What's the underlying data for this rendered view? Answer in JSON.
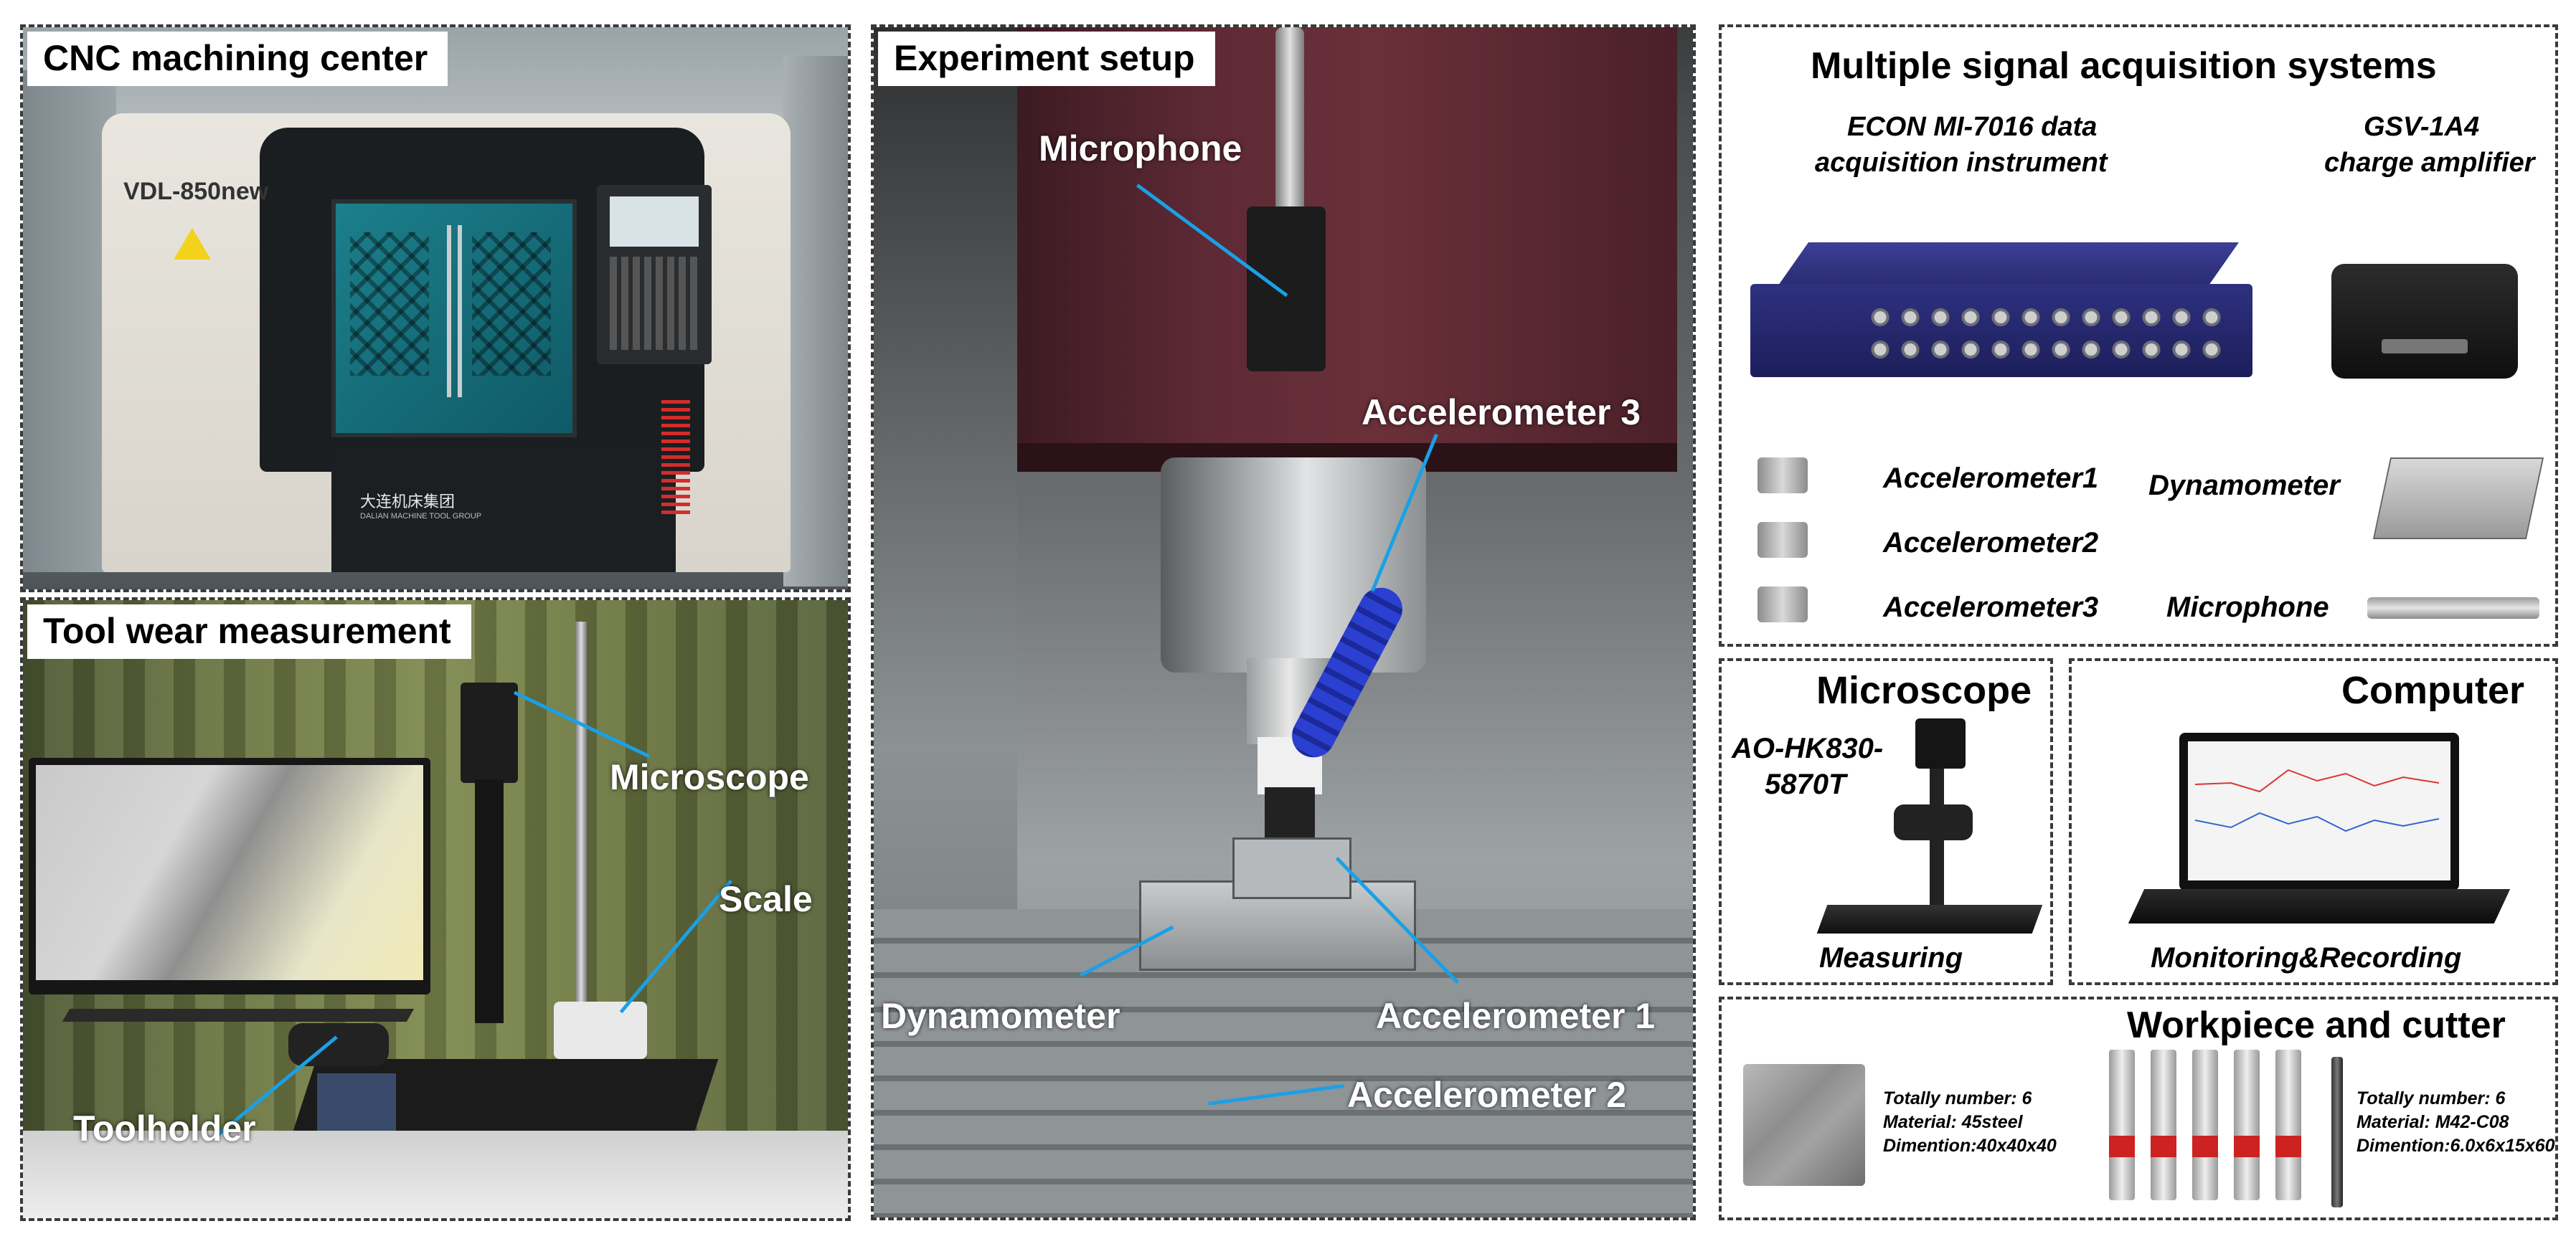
{
  "cnc": {
    "title": "CNC machining center",
    "machine_model": "VDL-850new",
    "brand": "大连机床集团",
    "brand_sub": "DALIAN MACHINE TOOL GROUP"
  },
  "toolwear": {
    "title": "Tool wear measurement",
    "labels": {
      "microscope": "Microscope",
      "scale": "Scale",
      "toolholder": "Toolholder"
    }
  },
  "setup": {
    "title": "Experiment setup",
    "labels": {
      "microphone": "Microphone",
      "accelerometer3": "Accelerometer 3",
      "dynamometer": "Dynamometer",
      "accelerometer1": "Accelerometer 1",
      "accelerometer2": "Accelerometer 2"
    }
  },
  "acquisition": {
    "title": "Multiple signal acquisition systems",
    "daq": "ECON MI-7016 data acquisition instrument",
    "daq_line1": "ECON MI-7016 data",
    "daq_line2": "acquisition instrument",
    "amp_line1": "GSV-1A4",
    "amp_line2": "charge amplifier",
    "sensors": [
      "Accelerometer1",
      "Accelerometer2",
      "Accelerometer3"
    ],
    "dynamometer": "Dynamometer",
    "microphone": "Microphone"
  },
  "microscope": {
    "title": "Microscope",
    "model_line1": "AO-HK830-",
    "model_line2": "5870T",
    "caption": "Measuring"
  },
  "computer": {
    "title": "Computer",
    "caption": "Monitoring&Recording"
  },
  "workpiece": {
    "title": "Workpiece and cutter",
    "workpiece_specs": [
      "Totally number: 6",
      "Material: 45steel",
      "Dimention:40x40x40"
    ],
    "cutter_specs": [
      "Totally number: 6",
      "Material: M42-C08",
      "Dimention:6.0x6x15x60"
    ]
  },
  "colors": {
    "callout_line": "#1aa0e6",
    "panel_border": "#3a3a3a"
  }
}
